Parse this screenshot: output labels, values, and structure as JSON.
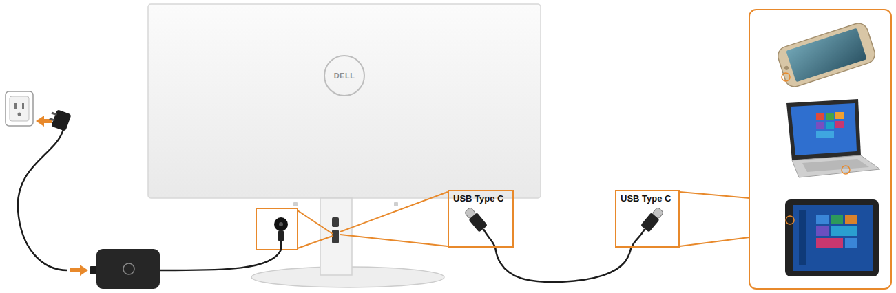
{
  "diagram": {
    "nodes": [
      {
        "text": [
          "USB Type C"
        ]
      },
      {
        "text": [
          "USB Type C"
        ]
      }
    ],
    "edges": [
      {
        "from": 0,
        "to": 1,
        "arrow": "none"
      }
    ],
    "labels": [
      "DELL"
    ]
  }
}
